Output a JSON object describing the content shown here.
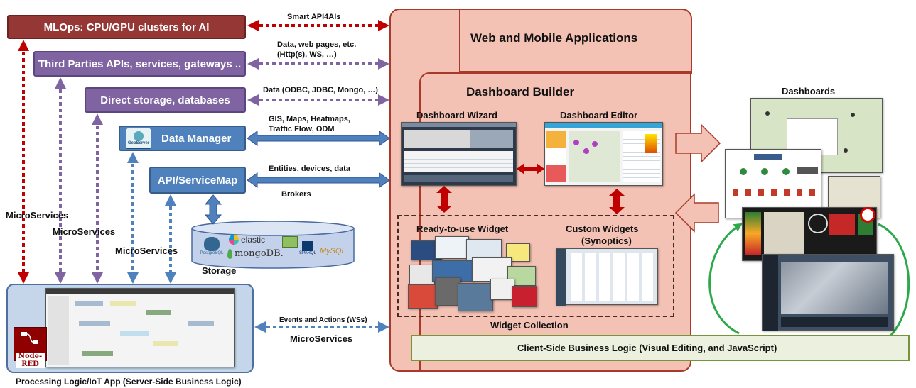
{
  "boxes": {
    "mlops": "MLOps: CPU/GPU clusters for AI",
    "third_parties": "Third Parties APIs, services, gateways ..",
    "direct_storage": "Direct storage, databases",
    "data_manager": "Data Manager",
    "service_map": "API/ServiceMap",
    "web_mobile": "Web and Mobile Applications",
    "dashboard_builder": "Dashboard Builder",
    "dashboard_wizard": "Dashboard Wizard",
    "dashboard_editor": "Dashboard Editor",
    "ready_widget": "Ready-to-use Widget",
    "custom_widgets_1": "Custom Widgets",
    "custom_widgets_2": "(Synoptics)",
    "widget_collection": "Widget Collection",
    "client_logic": "Client-Side Business Logic (Visual Editing, and JavaScript)",
    "dashboards": "Dashboards",
    "storage": "Storage",
    "processing": "Processing Logic/IoT App (Server-Side Business Logic)",
    "node_red": "Node-RED",
    "geoserver": "GeoServer"
  },
  "edges": {
    "smart_api": "Smart API4AIs",
    "data_web_1": "Data, web pages, etc.",
    "data_web_2": "(Http(s), WS, …)",
    "data_odbc": "Data (ODBC, JDBC, Mongo, …)",
    "gis_1": "GIS, Maps, Heatmaps,",
    "gis_2": "Traffic Flow, ODM",
    "entities": "Entities, devices, data",
    "brokers": "Brokers",
    "events": "Events and Actions (WSs)",
    "micro_bottom": "MicroServices",
    "micro_1": "MicroServices",
    "micro_2": "MicroServices",
    "micro_3": "MicroServices"
  },
  "db_logos": {
    "postgres": "PostgreSQL",
    "elastic": "elastic",
    "mongo": "mongoDB.",
    "sparql": "SPARQL",
    "mysql": "MySQL"
  },
  "colors": {
    "mlops": "#953735",
    "purple": "#8064a2",
    "blue": "#4f81bd",
    "panel": "#f3c2b4",
    "panel_border": "#a83a2c",
    "arrow_red": "#c00000",
    "client_logic_bg": "#ebf1de",
    "client_logic_border": "#77933c"
  }
}
